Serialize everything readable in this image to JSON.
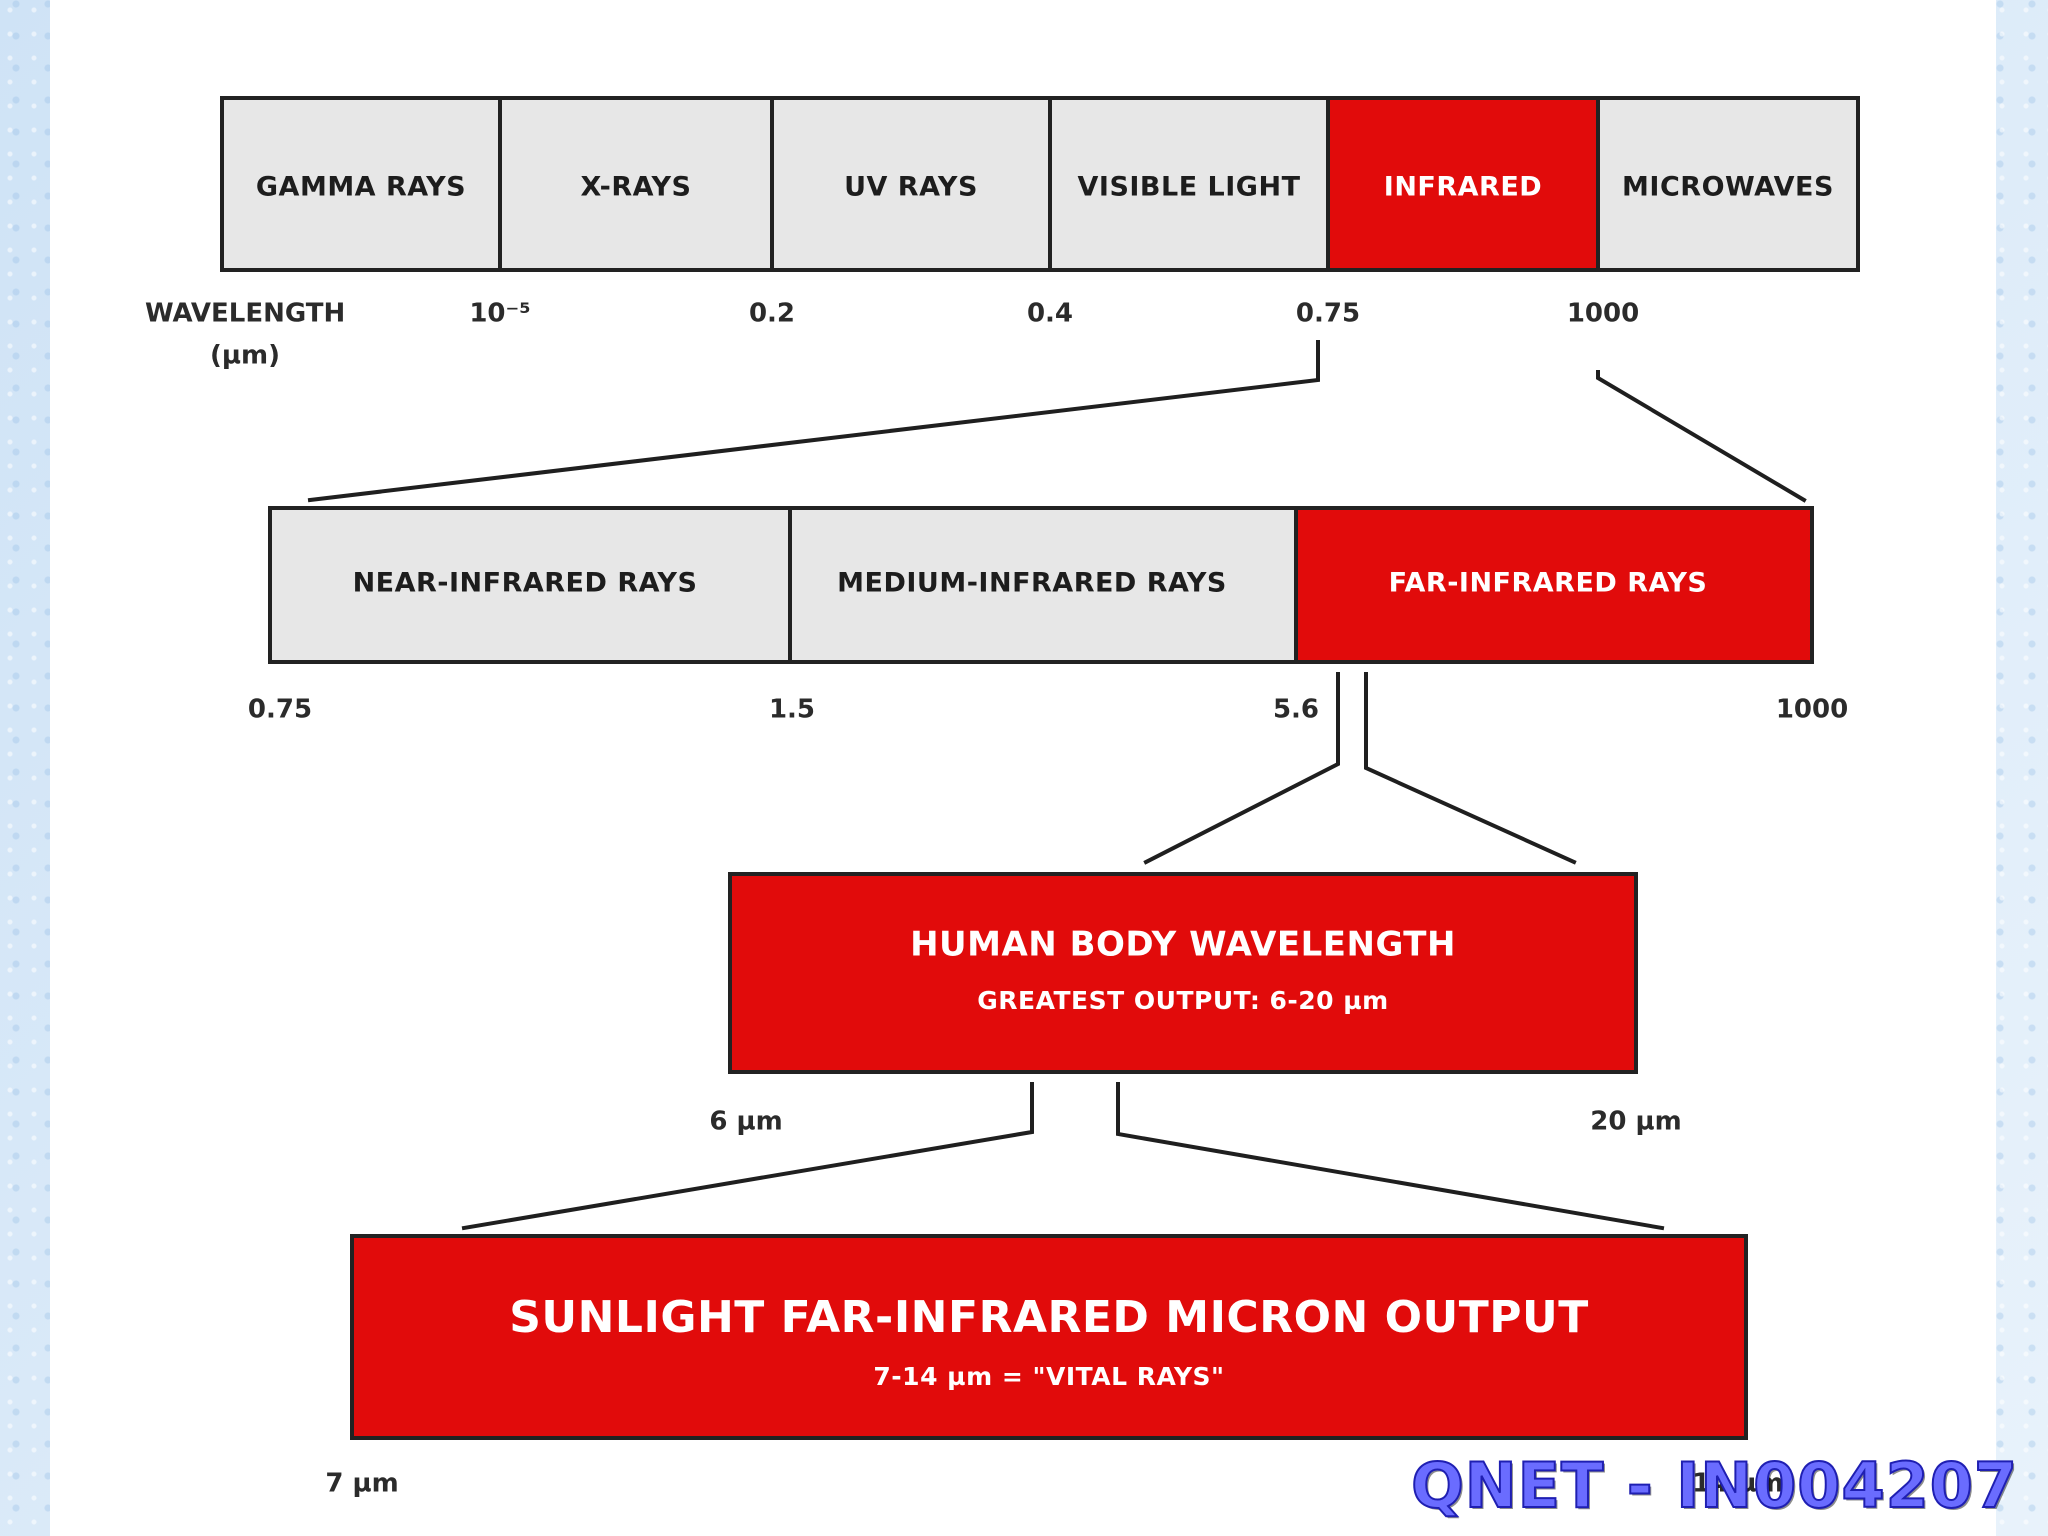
{
  "spectrum": {
    "segments": [
      {
        "label": "GAMMA RAYS",
        "highlight": false
      },
      {
        "label": "X-RAYS",
        "highlight": false
      },
      {
        "label": "UV RAYS",
        "highlight": false
      },
      {
        "label": "VISIBLE LIGHT",
        "highlight": false
      },
      {
        "label": "INFRARED",
        "highlight": true
      },
      {
        "label": "MICROWAVES",
        "highlight": false
      }
    ],
    "axis_label_line1": "WAVELENGTH",
    "axis_label_line2": "(µm)",
    "ticks": [
      "10⁻⁵",
      "0.2",
      "0.4",
      "0.75",
      "1000"
    ]
  },
  "infrared": {
    "segments": [
      {
        "label": "NEAR-INFRARED RAYS",
        "highlight": false
      },
      {
        "label": "MEDIUM-INFRARED RAYS",
        "highlight": false
      },
      {
        "label": "FAR-INFRARED RAYS",
        "highlight": true
      }
    ],
    "ticks": [
      "0.75",
      "1.5",
      "5.6",
      "1000"
    ]
  },
  "human_body": {
    "title": "HUMAN BODY WAVELENGTH",
    "subtitle": "GREATEST OUTPUT: 6-20 µm",
    "left_tick": "6 µm",
    "right_tick": "20 µm"
  },
  "sunlight": {
    "title": "SUNLIGHT FAR-INFRARED MICRON OUTPUT",
    "subtitle": "7-14 µm = \"VITAL RAYS\"",
    "left_tick": "7 µm",
    "right_tick": "14 µm"
  },
  "watermark": "QNET - IN004207",
  "colors": {
    "highlight_red": "#e10b0b",
    "segment_gray": "#e7e7e7",
    "watermark_blue": "#6a6cff"
  }
}
